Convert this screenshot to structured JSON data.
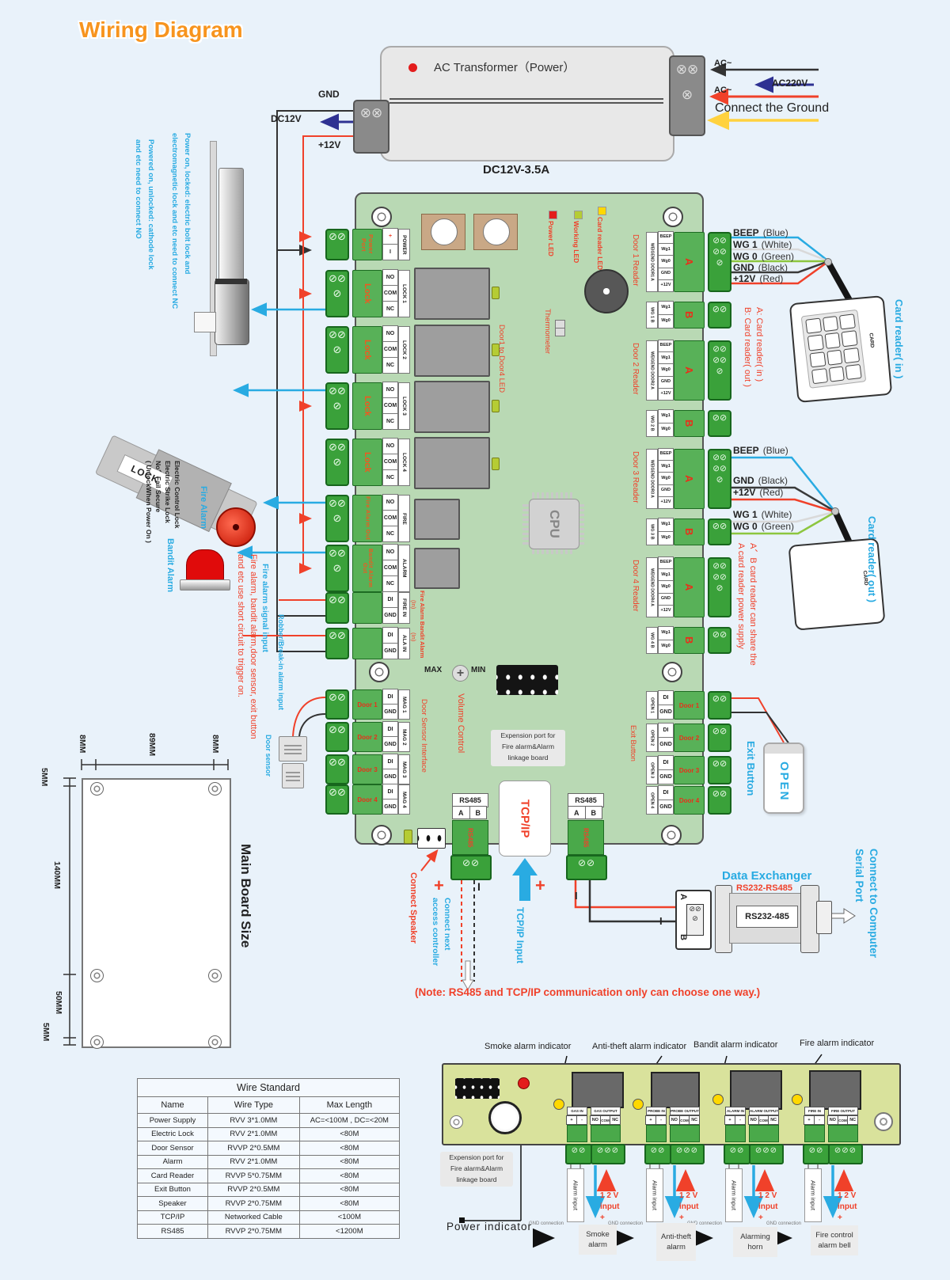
{
  "title": "Wiring Diagram",
  "icons": {
    "screw": "⊘",
    "screw_x": "⊗"
  },
  "colors": {
    "accent_orange": "#f7941e",
    "red_note": "#f0412a",
    "cyan_blue": "#29abe2",
    "board_green": "#b9d9b4",
    "terminal_green": "#3aa13a",
    "power_led": "#e31c1c",
    "working_led": "#b5cc34",
    "card_led": "#ffd800",
    "wire_yellow": "#ffd23f"
  },
  "transformer": {
    "title": "AC Transformer（Power）",
    "rating": "DC12V-3.5A",
    "gnd": "GND",
    "dc12v": "DC12V",
    "p12": "+12V",
    "ac1": "AC~",
    "ac220": "AC220V",
    "ac2": "AC~",
    "ground": "Connect the Ground"
  },
  "lock_notes": {
    "nc1": "Power on, locked: electric bolt lock and",
    "nc2": "electromagnetic lock and etc need to connect NC",
    "no1": "Powered on, unlocked: cathode lock",
    "no2": "and etc need to connect NO"
  },
  "strike_notes": {
    "l1": "Electric Control Lock",
    "l2": "Electric Strike Lock",
    "l3": "No、Fail Secure",
    "l4": "( UnlockWhen Power On )",
    "tag": "LOCK"
  },
  "alarm_labels": {
    "fire": "Fire Alarm",
    "bandit": "Bandit Alarm",
    "fire_in": "Fire alarm signal input",
    "trigger1": "Fire alarm, bandit alarm,door sensor, exit button",
    "trigger2": "and etc use short circuit to trigger on.",
    "robber": "Robber/Break-in alarm input",
    "door_sensor": "Door sensor"
  },
  "size": {
    "label": "Main Board Size",
    "top": [
      "8MM",
      "89MM",
      "8MM"
    ],
    "left": [
      "5MM",
      "140MM",
      "50MM",
      "5MM"
    ]
  },
  "board": {
    "power": {
      "label": "Power Port",
      "pins": [
        "+",
        "I"
      ],
      "name": "POWER"
    },
    "lock_pins": [
      "NO",
      "COM",
      "NC"
    ],
    "di_pins": [
      "DI",
      "GND"
    ],
    "locks": [
      {
        "label": "Lock",
        "name": "LOCK 1"
      },
      {
        "label": "Lock",
        "name": "LOCK 2"
      },
      {
        "label": "Lock",
        "name": "LOCK 3"
      },
      {
        "label": "Lock",
        "name": "LOCK 4"
      }
    ],
    "fire_out": {
      "label": "Fire Alarm Out",
      "name": "FIRE"
    },
    "alarm_out": {
      "label": "Bandit Alarm Out",
      "name": "ALARM"
    },
    "fire_in": {
      "name": "FIRE IN"
    },
    "ala_in": {
      "name": "ALA IN"
    },
    "fb_label": "Fire Alarm Bandit Alarm",
    "in_tag": "(In)",
    "mags": [
      {
        "label": "Door 1",
        "name": "MAG 1"
      },
      {
        "label": "Door 2",
        "name": "MAG 2"
      },
      {
        "label": "Door 3",
        "name": "MAG 3"
      },
      {
        "label": "Door 4",
        "name": "MAG 4"
      }
    ],
    "dsi": "Door Sensor Interface",
    "leds": [
      {
        "label": "Power LED",
        "color": "#e31c1c"
      },
      {
        "label": "Working LED",
        "color": "#b5cc34"
      },
      {
        "label": "Card reader LED",
        "color": "#ffd800"
      }
    ],
    "door_led": "Door1 to Door4 LED",
    "thermometer": "Thermometer",
    "cpu": "CPU",
    "volume": {
      "max": "MAX",
      "min": "MIN",
      "label": "Volume Control"
    },
    "readers": [
      {
        "door": "Door 1 Reader",
        "aname": "WEIGEND DOOR1 A",
        "bname": "WG 1 B"
      },
      {
        "door": "Door 2 Reader",
        "aname": "WEIGEND DOOR2 A",
        "bname": "WG 2 B"
      },
      {
        "door": "Door 3 Reader",
        "aname": "WEIGEND DOOR3 A",
        "bname": "WG 3 B"
      },
      {
        "door": "Door 4 Reader",
        "aname": "WEIGEND DOOR4 A",
        "bname": "WG 4 B"
      }
    ],
    "apins": [
      "BEEP",
      "Wg1",
      "Wg0",
      "GND",
      "+12V"
    ],
    "bpins": [
      "Wg1",
      "Wg0"
    ],
    "a": "A",
    "b": "B",
    "opens": [
      {
        "name": "OPEN 1",
        "label": "Door 1"
      },
      {
        "name": "OPEN 2",
        "label": "Door 2"
      },
      {
        "name": "OPEN 3",
        "label": "Door 3"
      },
      {
        "name": "OPEN 4",
        "label": "Door 4"
      }
    ],
    "exit": "Exit Button",
    "expansion": [
      "Expension port for",
      "Fire alarm&Alarm",
      "linkage board"
    ],
    "tcpip": "TCP/IP",
    "rs485": {
      "title": "RS485",
      "a": "A",
      "b": "B",
      "vert": "RS485"
    }
  },
  "reader_wires": {
    "set1": [
      {
        "t": "BEEP",
        "c": "(Blue)"
      },
      {
        "t": "WG 1",
        "c": "(White)"
      },
      {
        "t": "WG 0",
        "c": "(Green)"
      },
      {
        "t": "GND",
        "c": "(Black)"
      },
      {
        "t": "+12V",
        "c": "(Red)"
      }
    ],
    "set2": [
      {
        "t": "BEEP",
        "c": "(Blue)"
      },
      {
        "t": "GND",
        "c": "(Black)"
      },
      {
        "t": "+12V",
        "c": "(Red)"
      },
      {
        "t": "WG 1",
        "c": "(White)"
      },
      {
        "t": "WG 0",
        "c": "(Green)"
      }
    ],
    "ab1": "A: Card reader( in )",
    "ab2": "B: Card reader( out )",
    "share1": "A、B card reader can share the",
    "share2": "A card reader power supply",
    "in_label": "Card reader( in )",
    "out_label": "Card reader( out )",
    "card": "CARD"
  },
  "bottom_io": {
    "speaker": "Connect Speaker",
    "plus": "+",
    "bar": "I",
    "next1": "Connect next",
    "next2": "access controller",
    "tcp_input": "TCP/IP Input",
    "exit_blue": "Exit Button",
    "open": "OPEN",
    "exchanger": {
      "title": "Data Exchanger",
      "sub": "RS232-RS485",
      "box": "RS232-485",
      "a": "A",
      "b": "B"
    },
    "computer1": "Connect to Computer",
    "computer2": "Serial Port",
    "note": "(Note: RS485 and TCP/IP communication only can choose one way.)"
  },
  "table": {
    "title": "Wire Standard",
    "headers": [
      "Name",
      "Wire Type",
      "Max Length"
    ],
    "rows": [
      [
        "Power Supply",
        "RVV 3*1.0MM",
        "AC=<100M , DC=<20M"
      ],
      [
        "Electric Lock",
        "RVV 2*1.0MM",
        "<80M"
      ],
      [
        "Door Sensor",
        "RVVP 2*0.5MM",
        "<80M"
      ],
      [
        "Alarm",
        "RVV 2*1.0MM",
        "<80M"
      ],
      [
        "Card Reader",
        "RVVP 5*0.75MM",
        "<80M"
      ],
      [
        "Exit Button",
        "RVVP 2*0.5MM",
        "<80M"
      ],
      [
        "Speaker",
        "RVVP 2*0.75MM",
        "<80M"
      ],
      [
        "TCP/IP",
        "Networked Cable",
        "<100M"
      ],
      [
        "RS485",
        "RVVP 2*0.75MM",
        "<1200M"
      ]
    ]
  },
  "linkage": {
    "indicators": [
      "Smoke alarm indicator",
      "Anti-theft alarm indicator",
      "Bandit alarm indicator",
      "Fire alarm indicator"
    ],
    "groups": [
      {
        "in_name": "GAS IN",
        "out_name": "GAS OUTPUT"
      },
      {
        "in_name": "PROBE IN",
        "out_name": "PROBE OUTPUT"
      },
      {
        "in_name": "ALARM IN",
        "out_name": "ALARM OUTPUT"
      },
      {
        "in_name": "FIRE IN",
        "out_name": "FIRE OUTPUT"
      }
    ],
    "in_pins": [
      "+",
      "-"
    ],
    "out_pins": [
      "NO",
      "COM",
      "NC"
    ],
    "alarm_input": "Alarm input",
    "v12a": "1 2 V",
    "v12b": "input",
    "plus": "+",
    "gnd": "GND connection",
    "devices": [
      "Smoke alarm",
      "Anti-theft alarm",
      "Alarming horn",
      "Fire control alarm bell"
    ],
    "power_ind": "Power indicator",
    "expansion": [
      "Expension port for",
      "Fire alarm&Alarm",
      "linkage board"
    ]
  }
}
